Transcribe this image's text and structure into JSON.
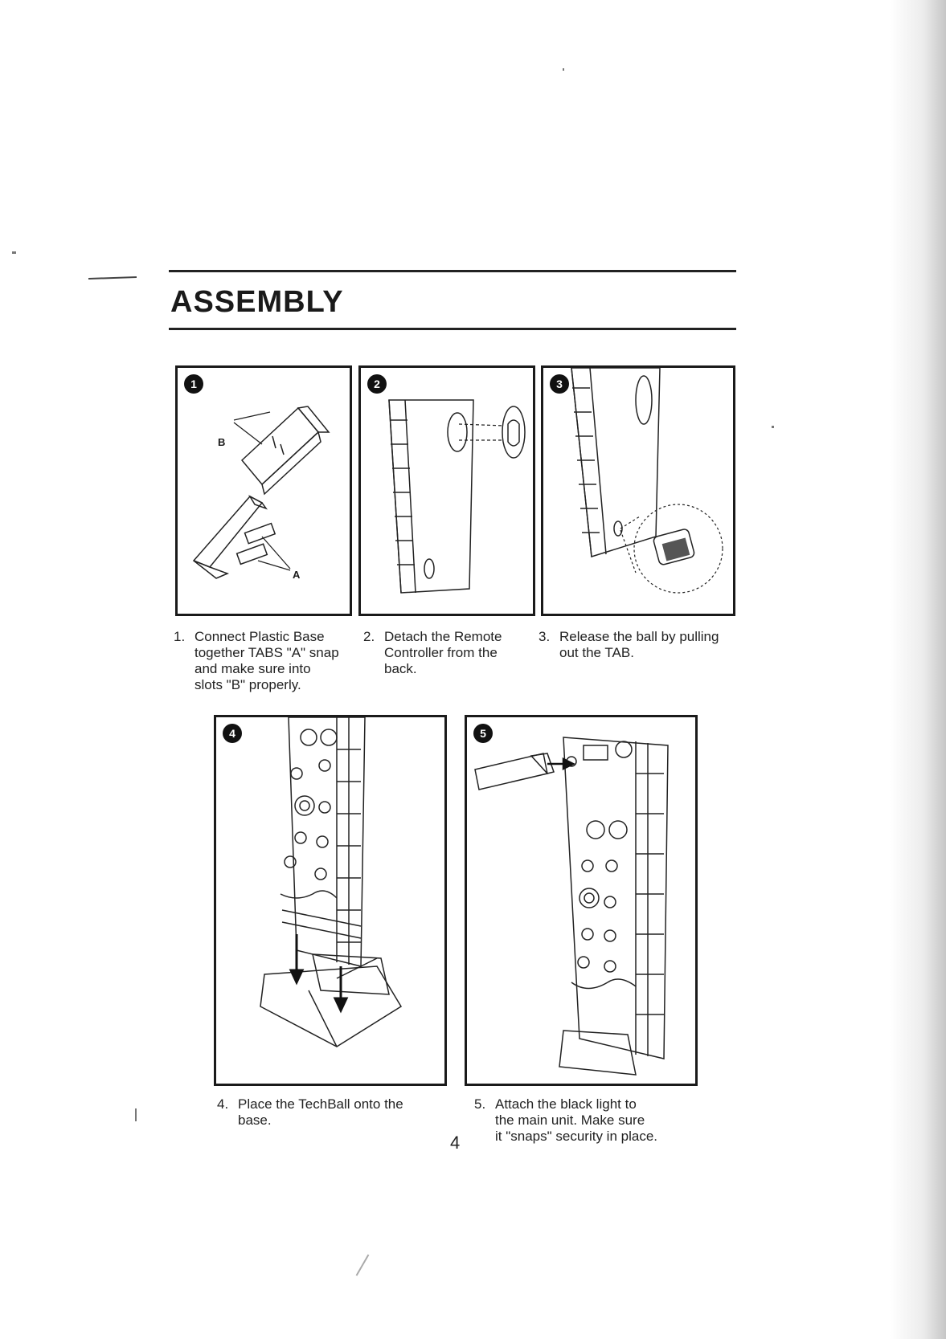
{
  "title": "ASSEMBLY",
  "steps": [
    {
      "badge": "1",
      "num": "1.",
      "text": "Connect Plastic Base\ntogether TABS \"A\" snap\nand make sure into\nslots \"B\" properly.",
      "labels": {
        "a": "A",
        "b": "B"
      }
    },
    {
      "badge": "2",
      "num": "2.",
      "text": "Detach the Remote\nController from the\nback."
    },
    {
      "badge": "3",
      "num": "3.",
      "text": "Release the ball by pulling\nout the TAB."
    },
    {
      "badge": "4",
      "num": "4.",
      "text": "Place the TechBall onto the\nbase."
    },
    {
      "badge": "5",
      "num": "5.",
      "text": "Attach the black light to\nthe main unit. Make sure\nit \"snaps\" security in place."
    }
  ],
  "page_number": "4",
  "icons": {
    "step1": "base-assembly-illustration",
    "step2": "remote-detach-illustration",
    "step3": "tab-release-illustration",
    "step4": "unit-on-base-illustration",
    "step5": "blacklight-attach-illustration"
  }
}
